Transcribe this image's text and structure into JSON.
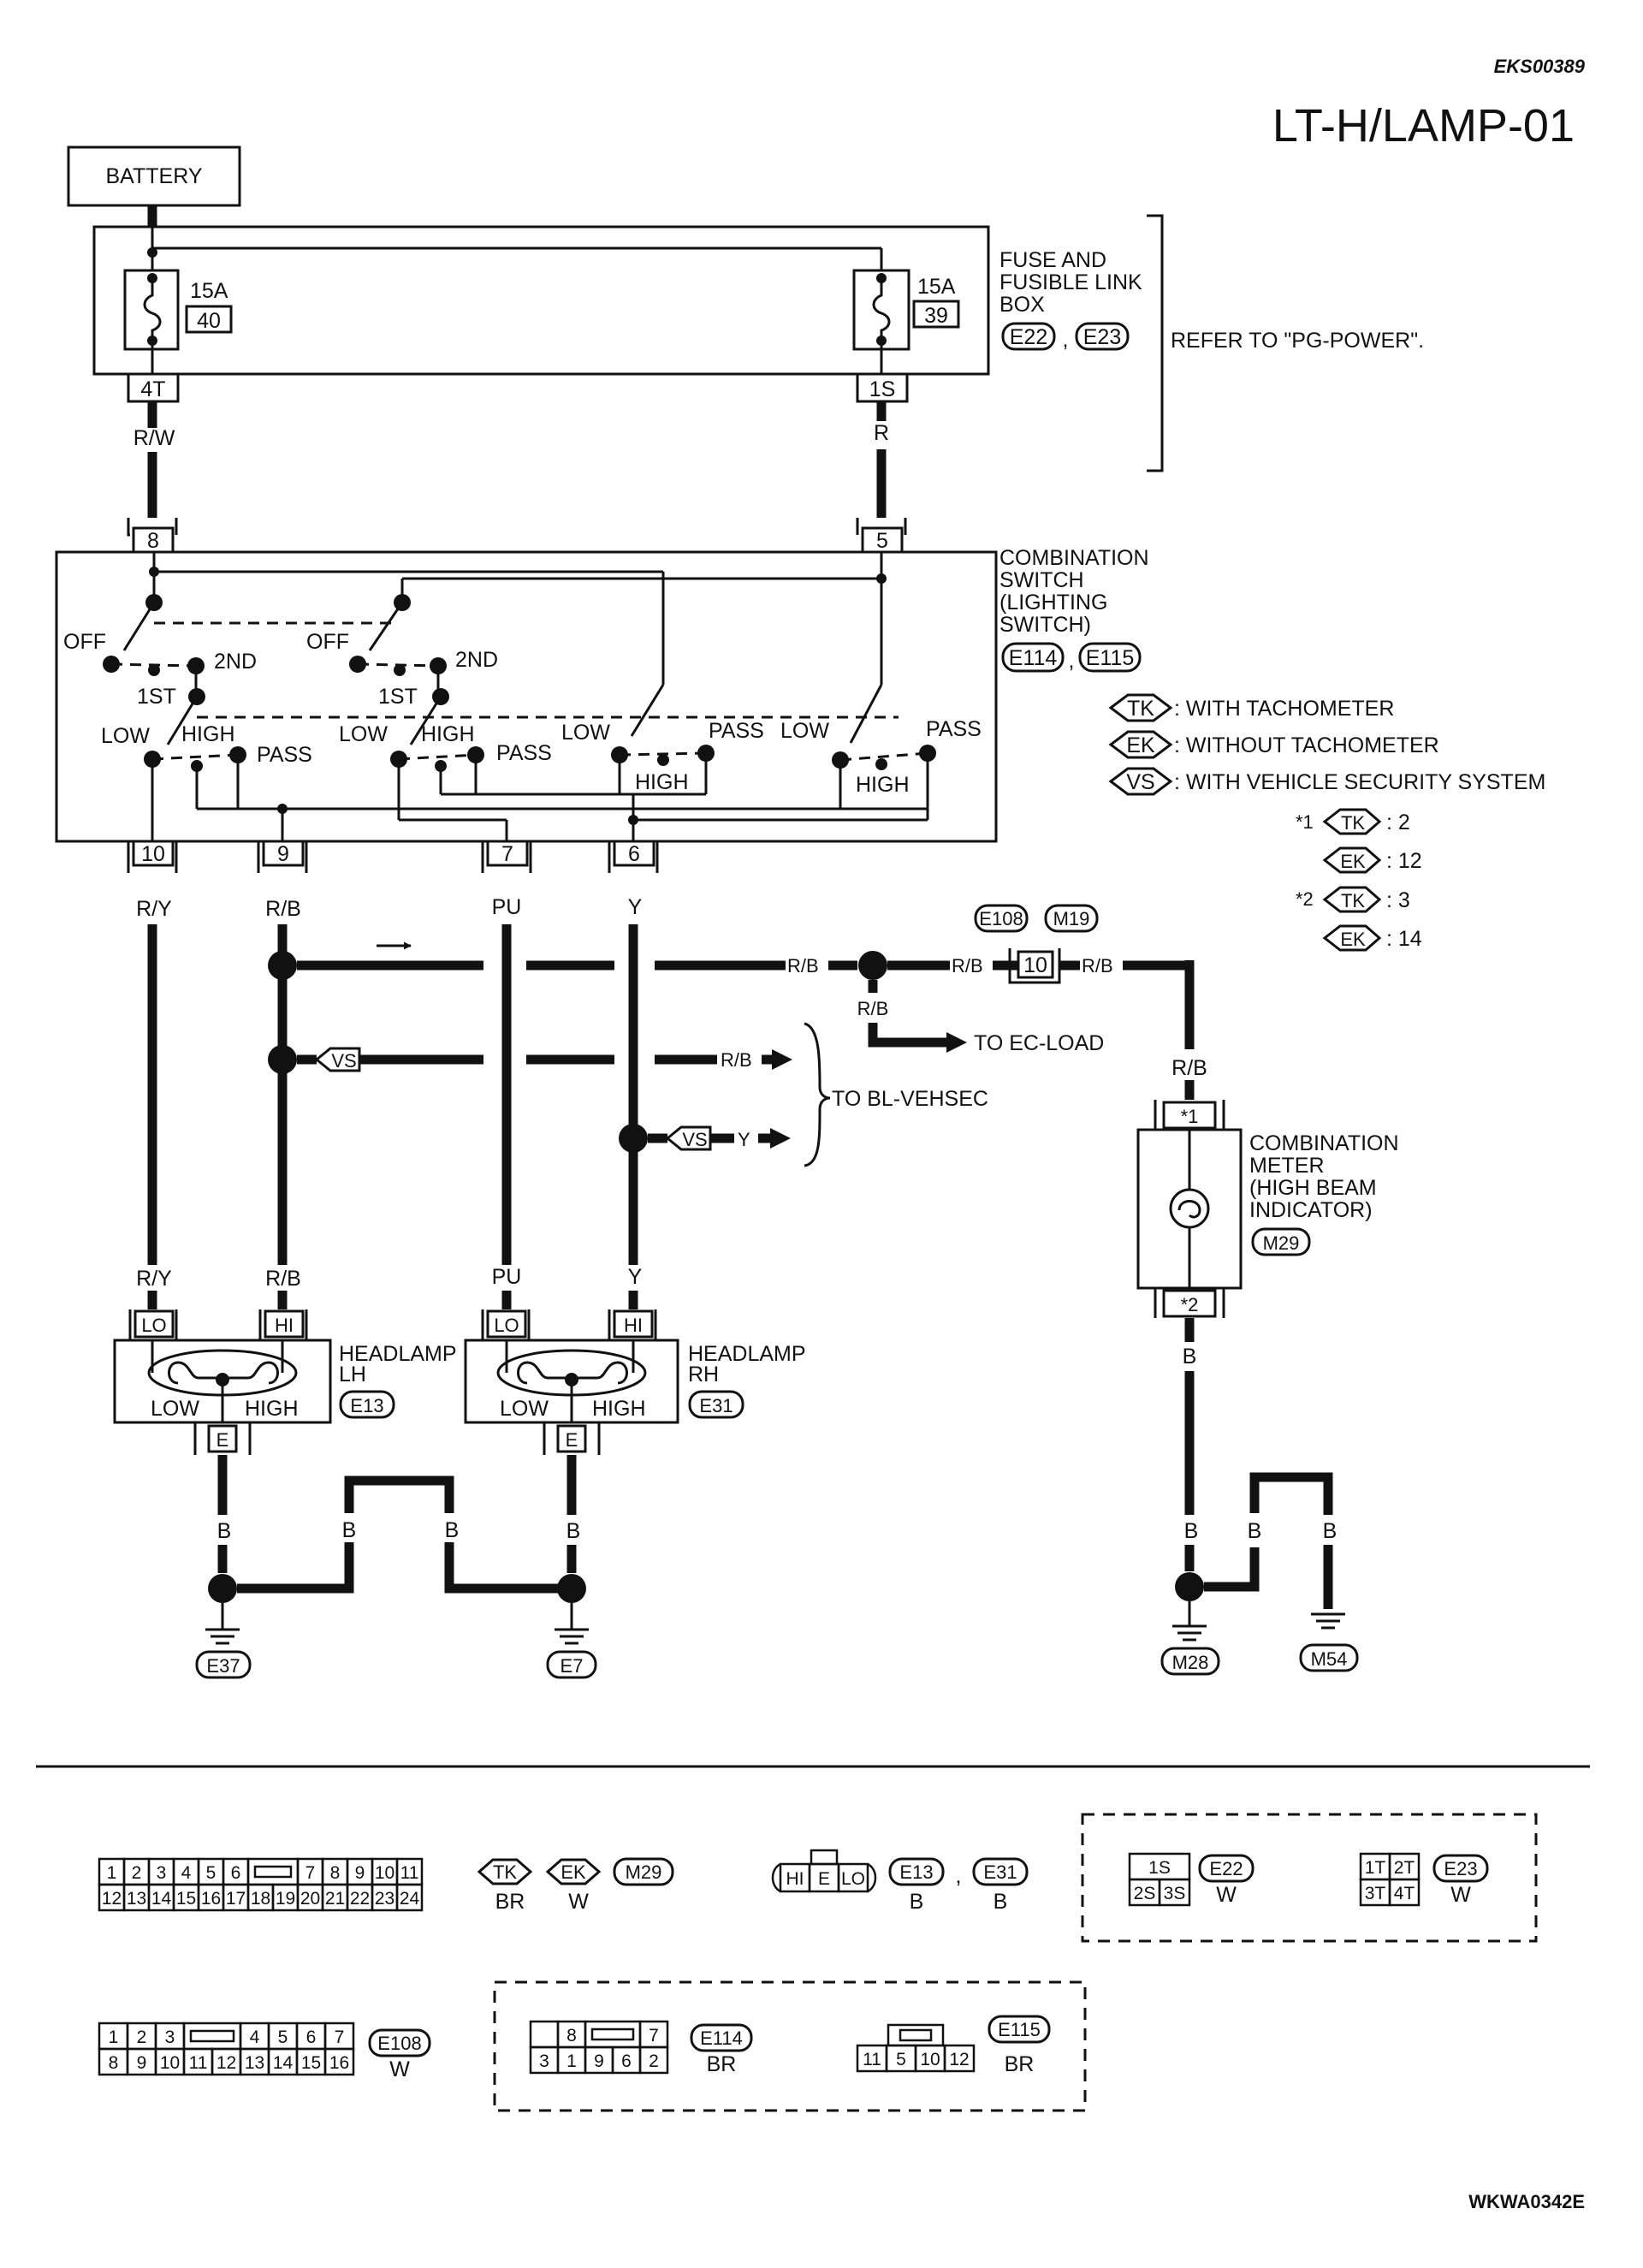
{
  "header": {
    "doc_code": "EKS00389",
    "section_title": "LT-H/LAMP-01",
    "footer_code": "WKWA0342E"
  },
  "power": {
    "battery": "BATTERY",
    "fuse_left": {
      "amp": "15A",
      "num": "40",
      "term": "4T"
    },
    "fuse_right": {
      "amp": "15A",
      "num": "39",
      "term": "1S"
    },
    "fuse_box": {
      "line1": "FUSE AND",
      "line2": "FUSIBLE LINK",
      "line3": "BOX",
      "conn1": "E22",
      "conn2": "E23",
      "sep": ",",
      "refer": "REFER TO \"PG-POWER\"."
    }
  },
  "wires": {
    "rw": "R/W",
    "r": "R",
    "ry": "R/Y",
    "rb": "R/B",
    "pu": "PU",
    "y": "Y",
    "b": "B"
  },
  "combo_switch": {
    "line1": "COMBINATION",
    "line2": "SWITCH",
    "line3": "(LIGHTING",
    "line4": "SWITCH)",
    "conn1": "E114",
    "conn2": "E115",
    "sep": ",",
    "pin_in_left": "8",
    "pin_in_right": "5",
    "pins_out": [
      "10",
      "9",
      "7",
      "6"
    ],
    "labels": {
      "off": "OFF",
      "first": "1ST",
      "second": "2ND",
      "low": "LOW",
      "high": "HIGH",
      "pass": "PASS"
    }
  },
  "legend": {
    "tk": {
      "code": "TK",
      "text": ": WITH TACHOMETER"
    },
    "ek": {
      "code": "EK",
      "text": ": WITHOUT TACHOMETER"
    },
    "vs": {
      "code": "VS",
      "text": ": WITH VEHICLE SECURITY SYSTEM"
    },
    "note1": {
      "mark": "*1",
      "tk_val": ": 2",
      "ek_val": ": 12"
    },
    "note2": {
      "mark": "*2",
      "tk_val": ": 3",
      "ek_val": ": 14"
    }
  },
  "junction": {
    "conn1": "E108",
    "conn2": "M19",
    "pin": "10",
    "ec_load": "TO EC-LOAD",
    "bl_vehsec": "TO BL-VEHSEC",
    "vs": "VS"
  },
  "meter": {
    "line1": "COMBINATION",
    "line2": "METER",
    "line3": "(HIGH BEAM",
    "line4": "INDICATOR)",
    "conn": "M29",
    "pin_top": "*1",
    "pin_bot": "*2"
  },
  "headlamp_lh": {
    "line1": "HEADLAMP",
    "line2": "LH",
    "conn": "E13",
    "lo": "LO",
    "hi": "HI",
    "low": "LOW",
    "high": "HIGH",
    "e": "E"
  },
  "headlamp_rh": {
    "line1": "HEADLAMP",
    "line2": "RH",
    "conn": "E31",
    "lo": "LO",
    "hi": "HI",
    "low": "LOW",
    "high": "HIGH",
    "e": "E"
  },
  "grounds": [
    "E37",
    "E7",
    "M28",
    "M54"
  ],
  "connectors": {
    "m29": {
      "row1": [
        "1",
        "2",
        "3",
        "4",
        "5",
        "6",
        "",
        "7",
        "8",
        "9",
        "10",
        "11"
      ],
      "row2": [
        "12",
        "13",
        "14",
        "15",
        "16",
        "17",
        "18",
        "19",
        "20",
        "21",
        "22",
        "23",
        "24"
      ],
      "tk": "TK",
      "ek": "EK",
      "tk_color": "BR",
      "ek_color": "W",
      "name": "M29"
    },
    "e13_e31": {
      "pins": [
        "HI",
        "E",
        "LO"
      ],
      "names": [
        "E13",
        "E31"
      ],
      "colors": [
        "B",
        "B"
      ],
      "sep": ","
    },
    "e22": {
      "row1": [
        "1S"
      ],
      "row2": [
        "2S",
        "3S"
      ],
      "name": "E22",
      "color": "W"
    },
    "e23": {
      "row1": [
        "1T",
        "2T"
      ],
      "row2": [
        "3T",
        "4T"
      ],
      "name": "E23",
      "color": "W"
    },
    "e108": {
      "row1": [
        "1",
        "2",
        "3",
        "",
        "4",
        "5",
        "6",
        "7"
      ],
      "row2": [
        "8",
        "9",
        "10",
        "11",
        "12",
        "13",
        "14",
        "15",
        "16"
      ],
      "name": "E108",
      "color": "W"
    },
    "e114": {
      "row1": [
        "8",
        "",
        "7"
      ],
      "row2": [
        "3",
        "1",
        "9",
        "6",
        "2"
      ],
      "name": "E114",
      "color": "BR"
    },
    "e115": {
      "row2": [
        "11",
        "5",
        "10",
        "12"
      ],
      "name": "E115",
      "color": "BR"
    }
  }
}
